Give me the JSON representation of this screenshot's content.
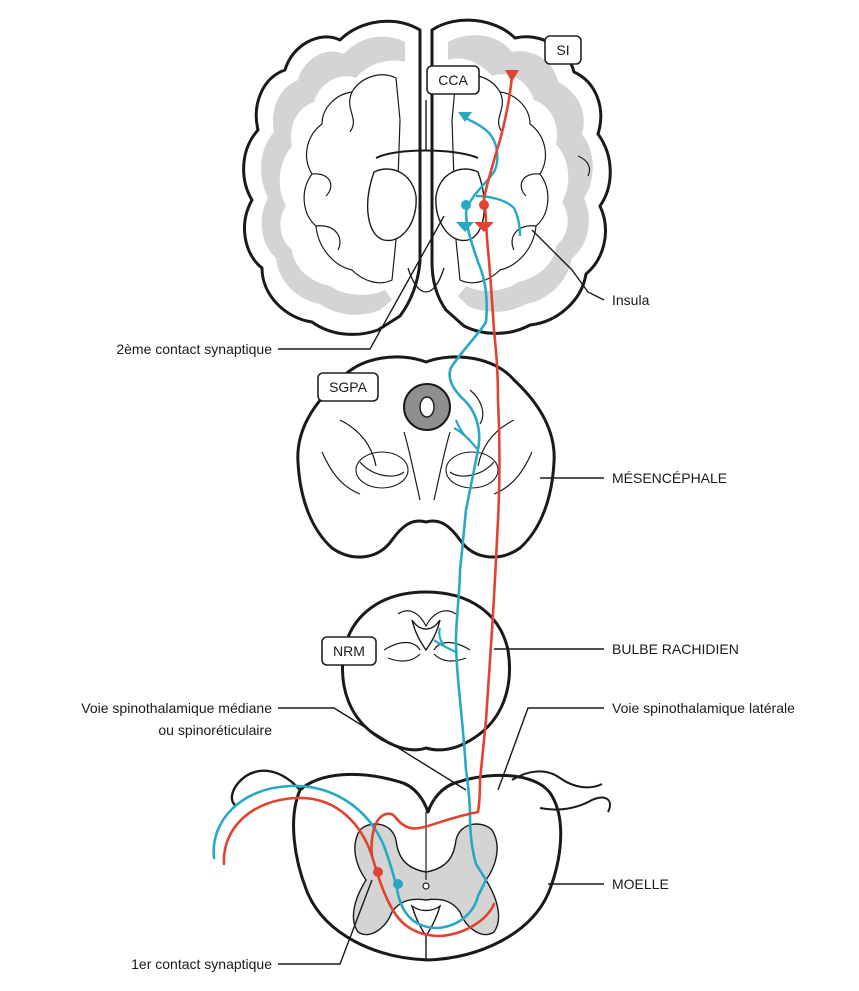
{
  "colors": {
    "red": "#e0432f",
    "blue": "#27a9c4",
    "grey": "#d4d4d4",
    "outline": "#1a1a1a"
  },
  "regions": {
    "si": "SI",
    "cca": "CCA",
    "sgpa": "SGPA",
    "nrm": "NRM"
  },
  "labels": {
    "insula": "Insula",
    "second_synapse": "2ème contact synaptique",
    "mesencephale": "MÉSENCÉPHALE",
    "bulbe": "BULBE RACHIDIEN",
    "voie_mediane_1": "Voie spinothalamique médiane",
    "voie_mediane_2": "ou spinoréticulaire",
    "voie_laterale": "Voie spinothalamique latérale",
    "moelle": "MOELLE",
    "first_synapse": "1er contact synaptique"
  }
}
